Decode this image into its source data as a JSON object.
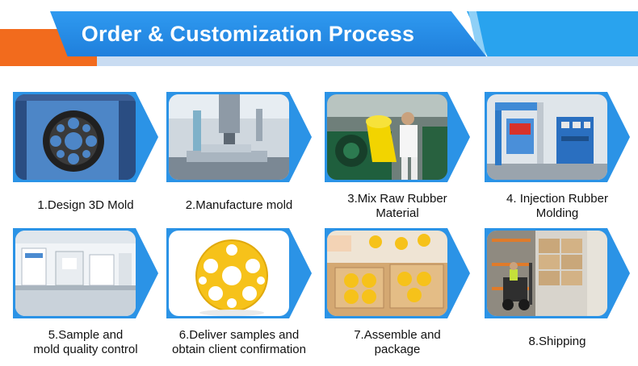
{
  "header": {
    "title": "Order & Customization Process"
  },
  "steps": [
    {
      "line1": "1.Design 3D Mold",
      "line2": "",
      "photo": "cad-software-screen"
    },
    {
      "line1": "2.Manufacture mold",
      "line2": "",
      "photo": "cnc-milling-machine"
    },
    {
      "line1": "3.Mix Raw Rubber",
      "line2": "Material",
      "photo": "rubber-mixing-mill"
    },
    {
      "line1": "4. Injection Rubber",
      "line2": "Molding",
      "photo": "injection-molding-machine"
    },
    {
      "line1": "5.Sample and",
      "line2": "mold quality control",
      "photo": "quality-lab-equipment"
    },
    {
      "line1": "6.Deliver samples and",
      "line2": "obtain client confirmation",
      "photo": "yellow-rubber-ball"
    },
    {
      "line1": "7.Assemble and",
      "line2": "package",
      "photo": "packing-boxes"
    },
    {
      "line1": "8.Shipping",
      "line2": "",
      "photo": "forklift-warehouse"
    }
  ],
  "colors": {
    "banner_blue": "#1f7fdc",
    "accent_orange": "#f26b1d",
    "frame_blue": "#2b93e6",
    "light_stripe": "#c9dcf2"
  }
}
